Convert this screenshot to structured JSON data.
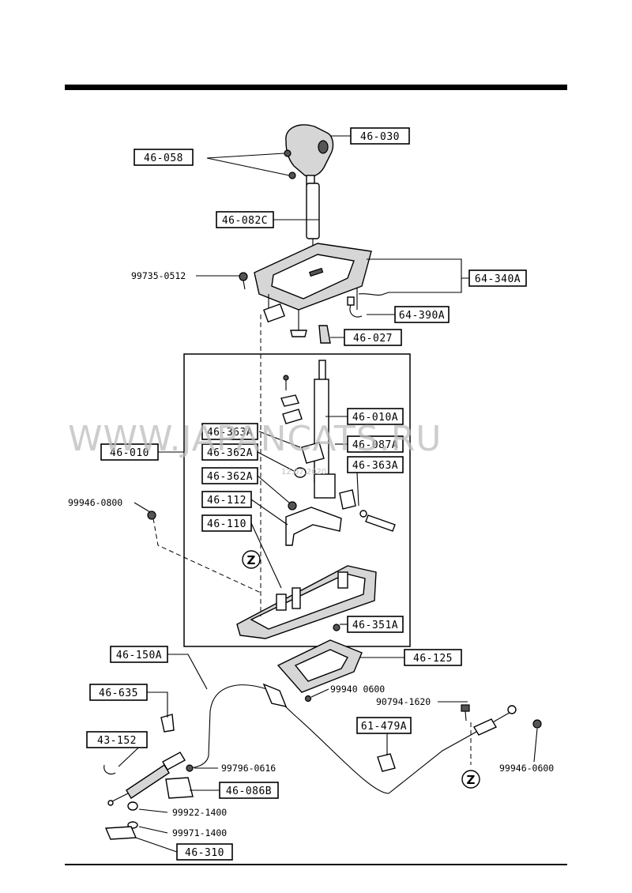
{
  "labels": {
    "p46_030": "46-030",
    "p46_058": "46-058",
    "p46_082c": "46-082C",
    "p64_340a": "64-340A",
    "p64_390a": "64-390A",
    "p46_027": "46-027",
    "p46_010a": "46-010A",
    "p46_087a": "46-087A",
    "p46_363a_right": "46-363A",
    "p46_363a_left": "46-363A",
    "p46_362a_a": "46-362A",
    "p46_362a_b": "46-362A",
    "p46_112": "46-112",
    "p46_110": "46-110",
    "p46_010": "46-010",
    "p46_351a": "46-351A",
    "p46_150a": "46-150A",
    "p46_125": "46-125",
    "p46_635": "46-635",
    "p43_152": "43-152",
    "p61_479a": "61-479A",
    "p46_086b": "46-086B",
    "p46_310": "46-310"
  },
  "plain_numbers": {
    "n99735_0512": "99735-0512",
    "n99946_0800": "99946-0800",
    "n99940_0600": "99940 0600",
    "n90794_1620": "90794-1620",
    "n99946_0600": "99946-0600",
    "n99796_0616": "99796-0616",
    "n99922_1400": "99922-1400",
    "n99971_1400": "99971-1400"
  },
  "ref_markers": {
    "z_top": "Z",
    "z_bottom": "Z"
  },
  "watermark": {
    "text": "WWW.JAPANCATS.RU",
    "sub": "12.07.2020"
  }
}
